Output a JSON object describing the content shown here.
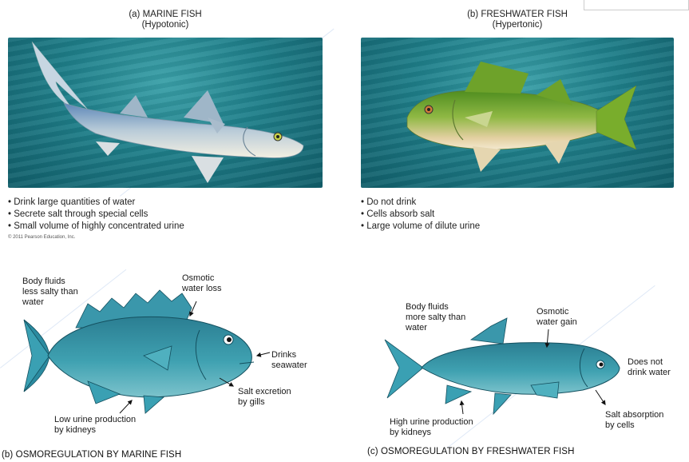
{
  "top": {
    "marine": {
      "title": "(a) MARINE FISH",
      "subtitle": "(Hypotonic)",
      "bullets": [
        "Drink large quantities of water",
        "Secrete salt through special cells",
        "Small volume of highly concentrated urine"
      ],
      "copyright": "© 2011 Pearson Education, Inc."
    },
    "freshwater": {
      "title": "(b) FRESHWATER FISH",
      "subtitle": "(Hypertonic)",
      "bullets": [
        "Do not drink",
        "Cells absorb salt",
        "Large volume of dilute urine"
      ]
    }
  },
  "bottom": {
    "marine": {
      "labels": {
        "body_fluids": "Body fluids\nless salty than\nwater",
        "osmotic_loss": "Osmotic\nwater loss",
        "drinks": "Drinks\nseawater",
        "salt_excretion": "Salt excretion\nby gills",
        "low_urine": "Low urine production\nby kidneys"
      },
      "caption": "(b) OSMOREGULATION BY MARINE FISH"
    },
    "freshwater": {
      "labels": {
        "body_fluids": "Body fluids\nmore salty than\nwater",
        "osmotic_gain": "Osmotic\nwater gain",
        "no_drink": "Does not\ndrink water",
        "salt_absorption": "Salt absorption\nby cells",
        "high_urine": "High urine production\nby kidneys"
      },
      "caption": "(c) OSMOREGULATION BY FRESHWATER FISH"
    }
  },
  "colors": {
    "water": "#1f7f8a",
    "fish_teal": "#2f8fa3",
    "fish_green": "#6aa82a"
  }
}
